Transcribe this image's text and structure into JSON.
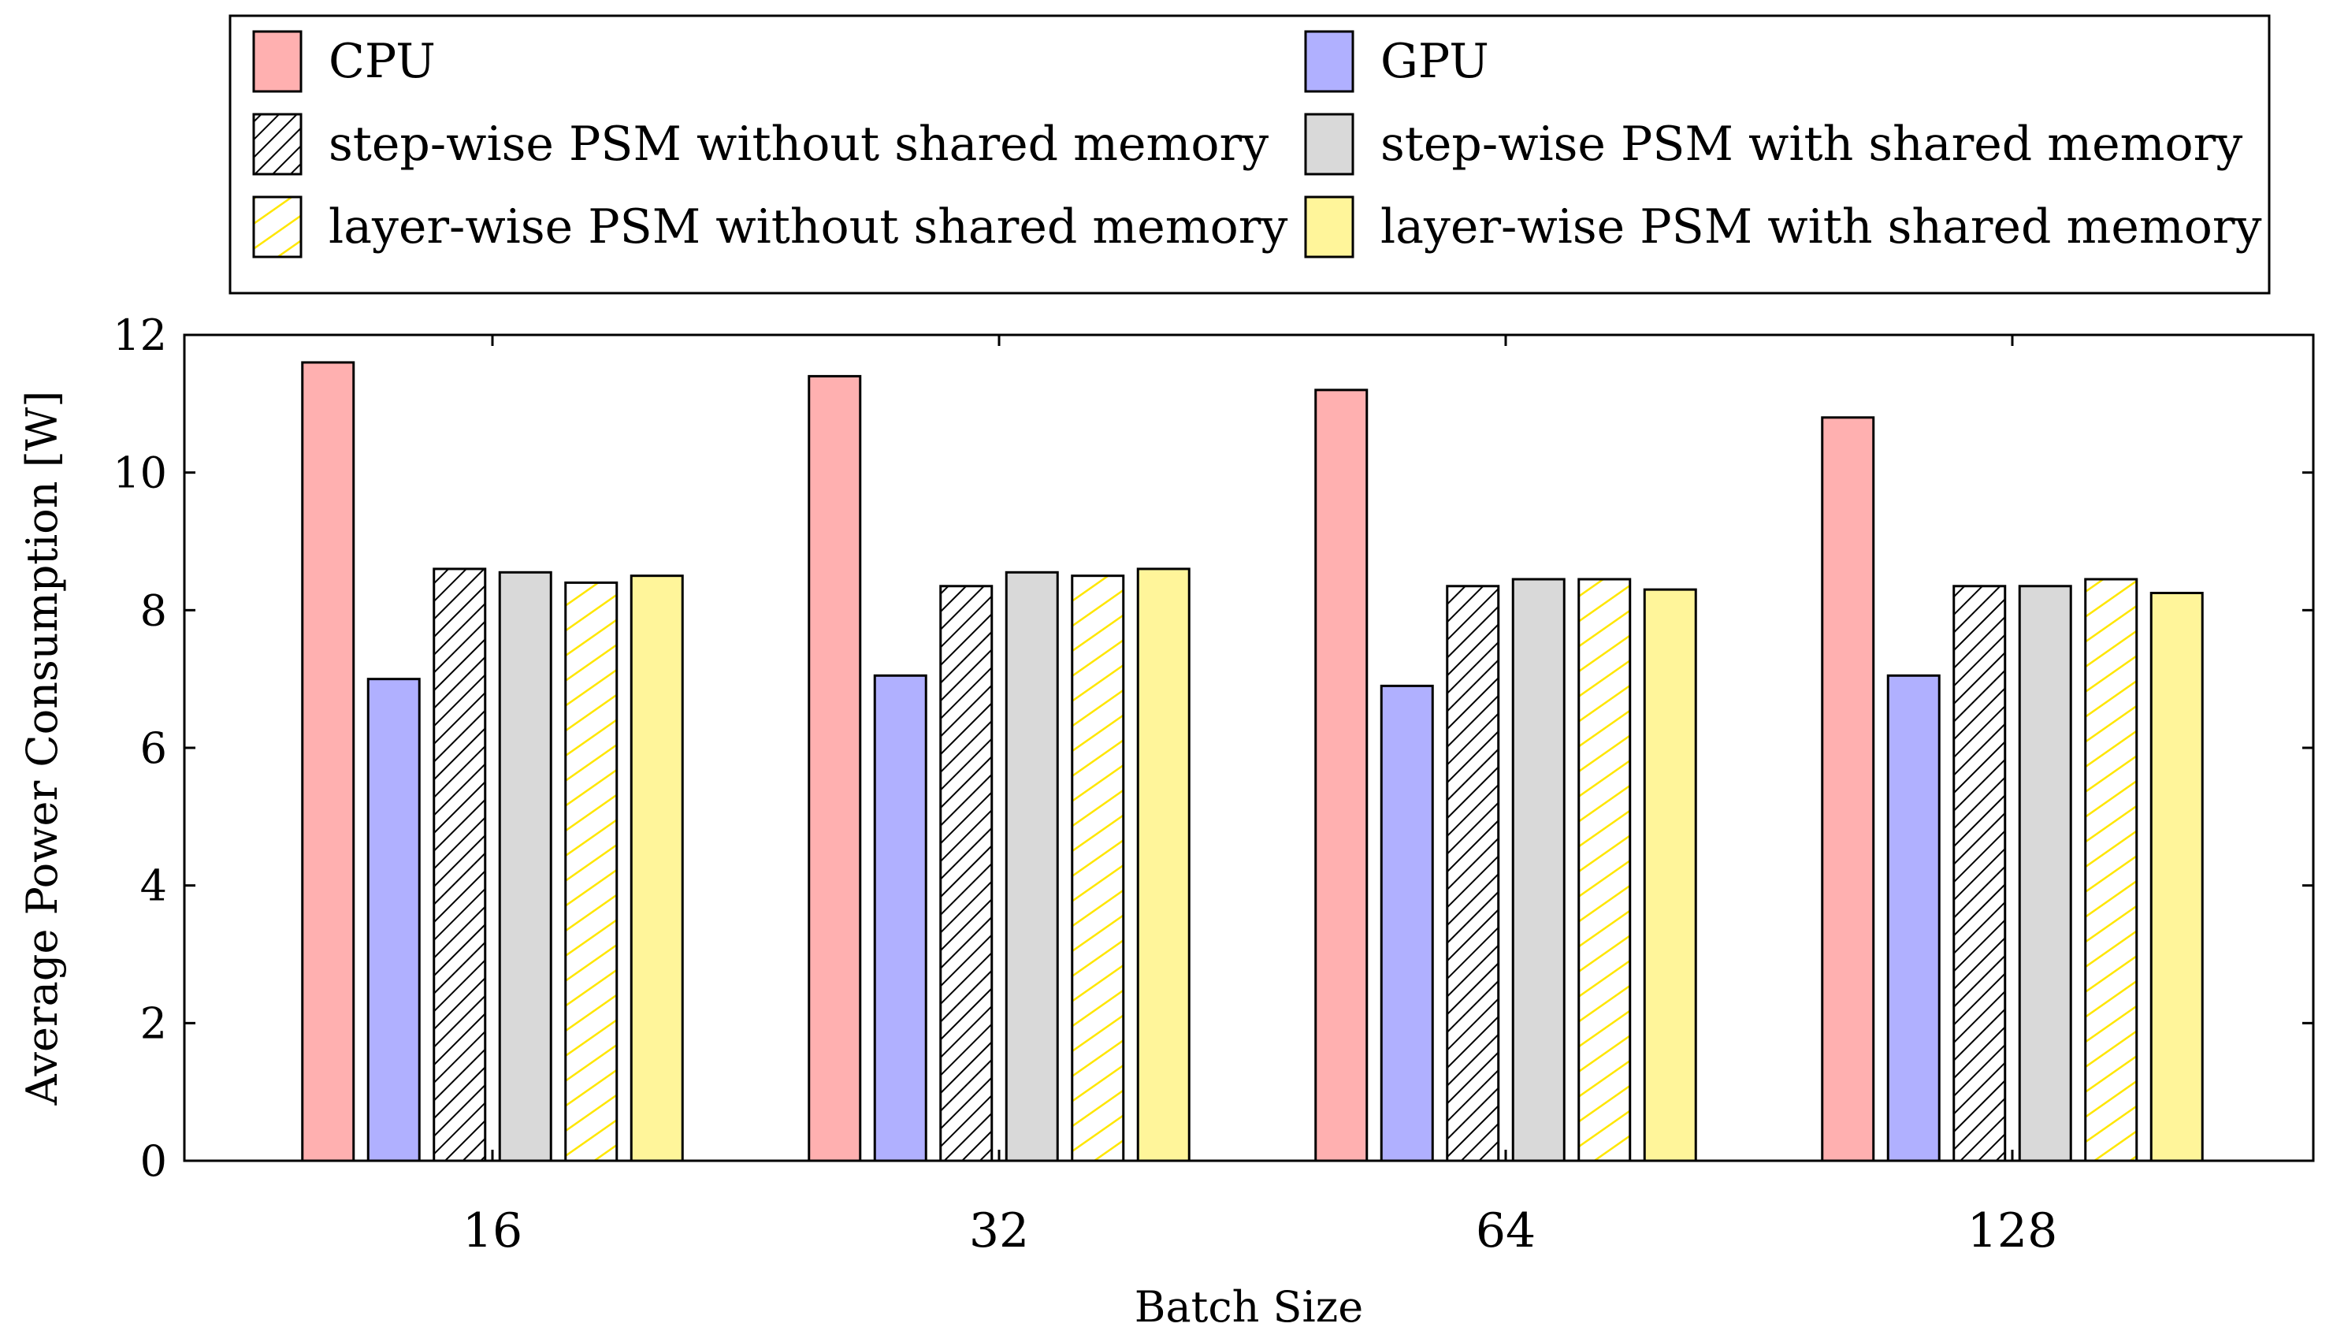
{
  "chart_data": {
    "type": "bar",
    "title": "",
    "xlabel": "Batch Size",
    "ylabel": "Average Power Consumption [W]",
    "categories": [
      "16",
      "32",
      "64",
      "128"
    ],
    "ylim": [
      0,
      12
    ],
    "yticks": [
      0,
      2,
      4,
      6,
      8,
      10,
      12
    ],
    "grid": false,
    "legend_position": "top, outside plot, two columns",
    "series": [
      {
        "name": "CPU",
        "values": [
          11.6,
          11.4,
          11.2,
          10.8
        ],
        "color": "#ffb0b0",
        "pattern": "solid"
      },
      {
        "name": "GPU",
        "values": [
          7.0,
          7.05,
          6.9,
          7.05
        ],
        "color": "#b0b0ff",
        "pattern": "solid"
      },
      {
        "name": "step-wise PSM without shared memory",
        "values": [
          8.6,
          8.35,
          8.35,
          8.35
        ],
        "color": "#000000",
        "pattern": "hatch"
      },
      {
        "name": "step-wise PSM with shared memory",
        "values": [
          8.55,
          8.55,
          8.45,
          8.35
        ],
        "color": "#d9d9d9",
        "pattern": "solid"
      },
      {
        "name": "layer-wise PSM without shared memory",
        "values": [
          8.4,
          8.5,
          8.45,
          8.45
        ],
        "color": "#ffee00",
        "pattern": "hatch"
      },
      {
        "name": "layer-wise PSM with shared memory",
        "values": [
          8.5,
          8.6,
          8.3,
          8.25
        ],
        "color": "#fff59a",
        "pattern": "solid"
      }
    ]
  }
}
